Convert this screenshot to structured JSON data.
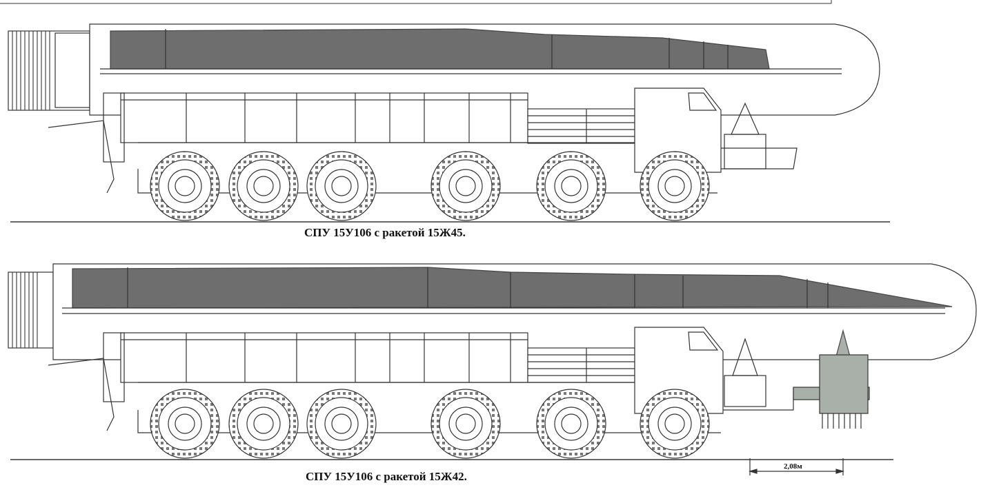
{
  "captions": {
    "top": "СПУ 15У106 с ракетой 15Ж45.",
    "bottom": "СПУ 15У106 с ракетой 15Ж42."
  },
  "dimension": {
    "label": "2,08м"
  },
  "colors": {
    "line": "#333333",
    "missile_fill": "#6e6e6e",
    "background": "#ffffff",
    "jack_fill": "#a9b0a9"
  }
}
